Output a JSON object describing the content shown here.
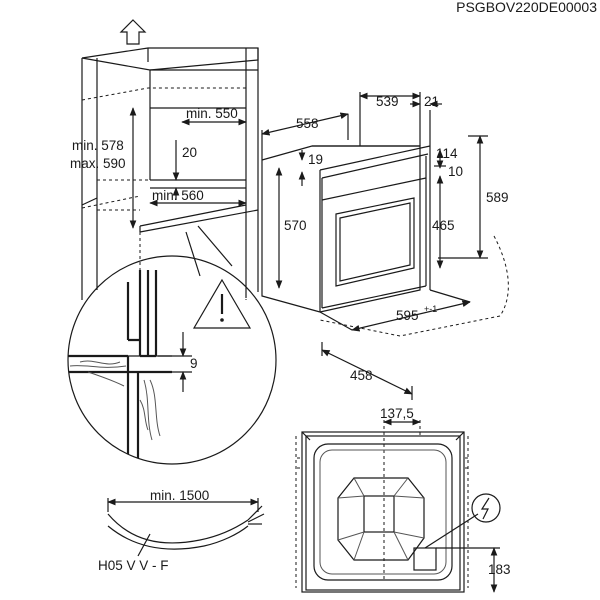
{
  "drawing_code": "PSGBOV220DE00003",
  "niche": {
    "min_height_label": "min. 578",
    "max_height_label": "max. 590",
    "min_width_upper": "min. 550",
    "gap_20": "20",
    "min_width_lower": "min. 560"
  },
  "detail": {
    "gap_9": "9"
  },
  "oven": {
    "depth_558": "558",
    "depth_539": "539",
    "front_21": "21",
    "top_19": "19",
    "height_570": "570",
    "top_114": "114",
    "top_10": "10",
    "inner_465": "465",
    "total_589": "589",
    "width_595": "595",
    "tolerance": "+-1",
    "depth_458": "458"
  },
  "back": {
    "offset_137_5": "137,5",
    "height_183": "183"
  },
  "cable": {
    "min_length": "min. 1500",
    "type_label": "H05 V V - F"
  },
  "icons": {
    "warning": "warning-triangle-icon",
    "electric": "electric-plug-icon"
  }
}
